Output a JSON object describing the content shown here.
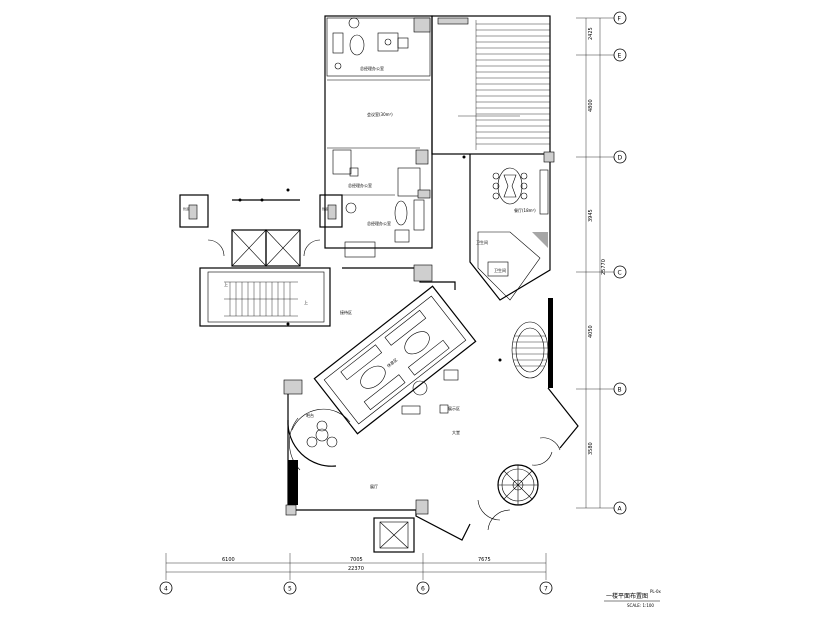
{
  "drawing": {
    "title": "一楼平面布置图",
    "scale_label": "SCALE: 1:100",
    "sheet_code": "PL-0x"
  },
  "rooms": {
    "office_top": "总经理办公室",
    "meeting": "会议室(30m²)",
    "office_mid": "总经理办公室",
    "dining": "餐厅(18m²)",
    "bath": "卫生间",
    "bath2": "卫生间",
    "reception": "接待区",
    "rest": "休息区",
    "bar": "吧台",
    "hall": "大堂",
    "display": "展示区",
    "exhibit": "展厅",
    "stair_up_1": "上",
    "stair_up_2": "上",
    "room_left_1": "管道",
    "room_left_2": "管道"
  },
  "axes": {
    "vertical": [
      {
        "label": "F",
        "dim": "2425"
      },
      {
        "label": "E",
        "dim": "4800"
      },
      {
        "label": "D",
        "dim": "3945"
      },
      {
        "label": "C",
        "dim": "4050"
      },
      {
        "label": "B",
        "dim": "3580"
      },
      {
        "label": "A",
        "dim": ""
      }
    ],
    "vertical_total": "25770",
    "horizontal": [
      {
        "label": "4",
        "dim": "6100"
      },
      {
        "label": "5",
        "dim": "7005"
      },
      {
        "label": "6",
        "dim": "7675"
      },
      {
        "label": "7",
        "dim": ""
      }
    ],
    "horizontal_total": "22370"
  }
}
